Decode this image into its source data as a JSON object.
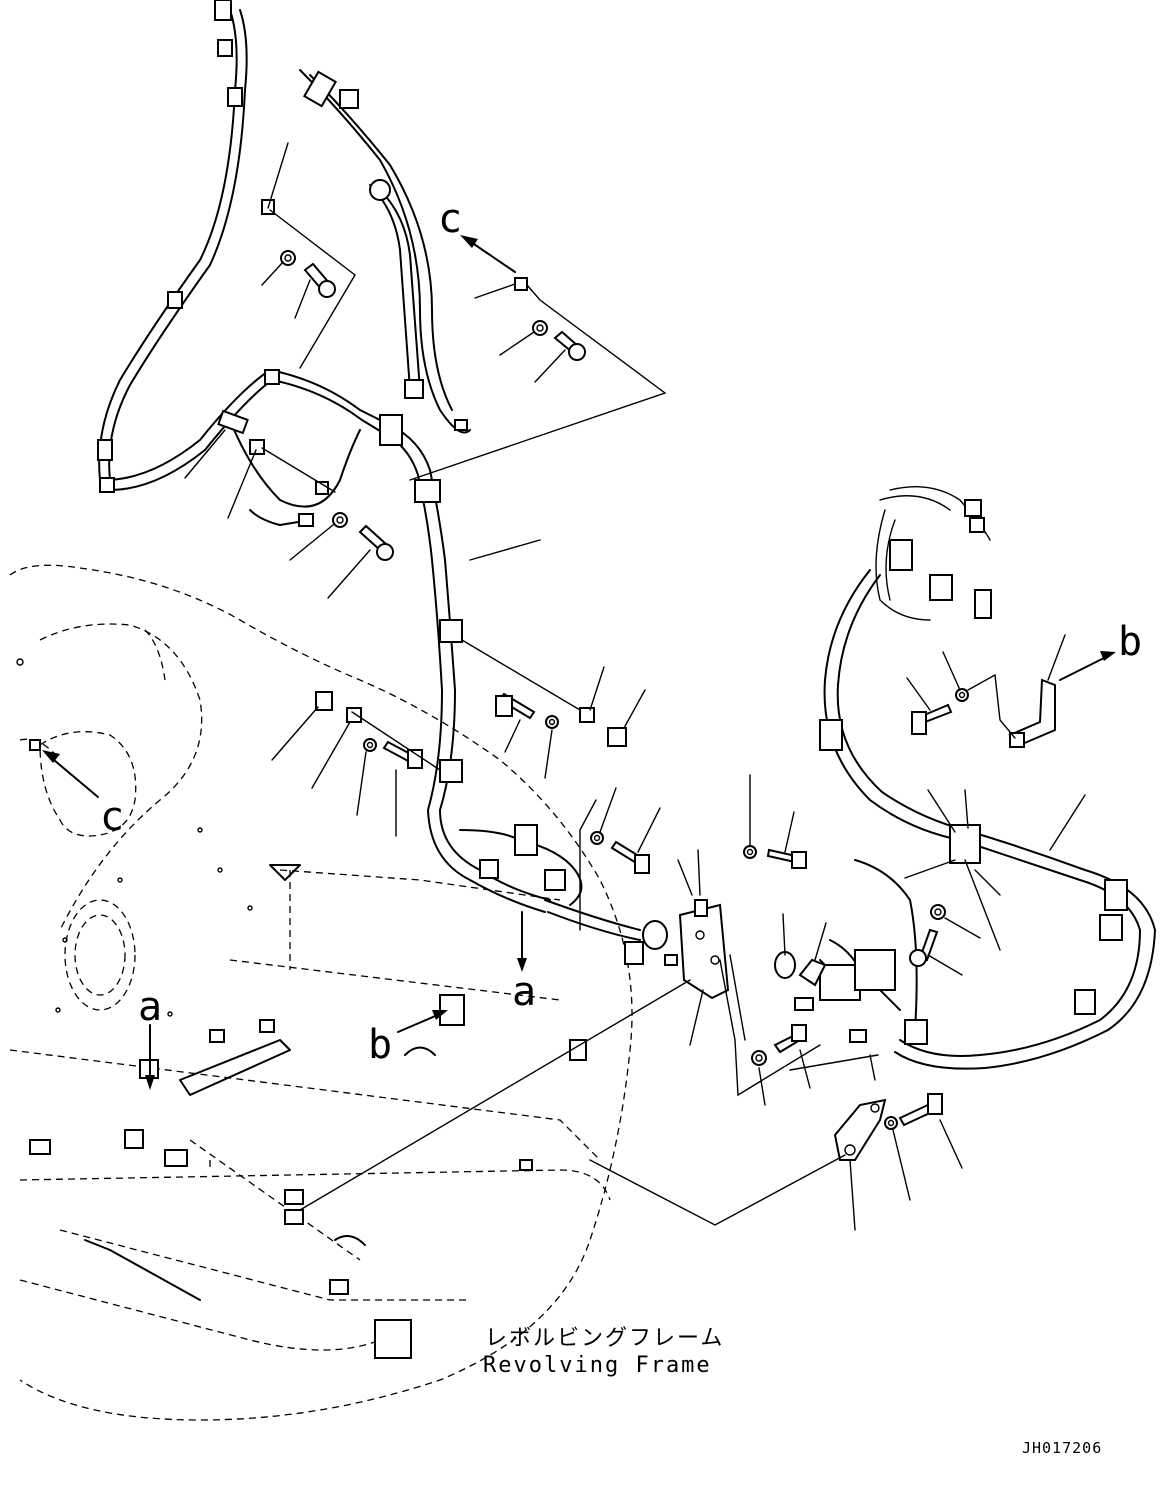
{
  "drawing": {
    "frame_caption_jp": "レボルビングフレーム",
    "frame_caption_en": "Revolving Frame",
    "drawing_code": "JH017206"
  },
  "reference_labels": {
    "c_top": "c",
    "c_left": "c",
    "a_lower": "a",
    "a_floor": "a",
    "b_right": "b",
    "b_floor": "b"
  }
}
